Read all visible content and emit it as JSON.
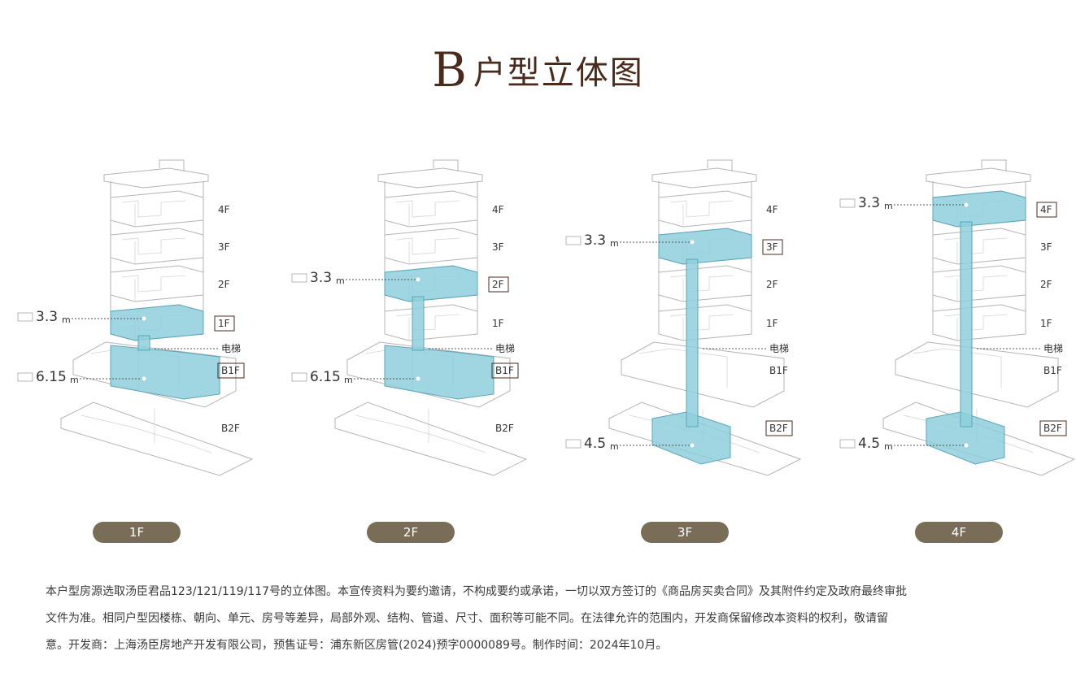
{
  "title": {
    "letter": "B",
    "rest": "户型立体图"
  },
  "elevator_label": "电梯",
  "unit": "m",
  "diagrams": [
    {
      "floor_labels": [
        "4F",
        "3F",
        "2F",
        "1F",
        "B1F",
        "B2F"
      ],
      "boxed": [
        "1F",
        "B1F"
      ],
      "highlighted": [
        "1F",
        "B1F"
      ],
      "heights": [
        {
          "value": "3.3",
          "at": "1F"
        },
        {
          "value": "6.15",
          "at": "B1F"
        }
      ],
      "pill": "1F"
    },
    {
      "floor_labels": [
        "4F",
        "3F",
        "2F",
        "1F",
        "B1F",
        "B2F"
      ],
      "boxed": [
        "2F",
        "B1F"
      ],
      "highlighted": [
        "2F",
        "B1F"
      ],
      "heights": [
        {
          "value": "3.3",
          "at": "2F"
        },
        {
          "value": "6.15",
          "at": "B1F"
        }
      ],
      "pill": "2F"
    },
    {
      "floor_labels": [
        "4F",
        "3F",
        "2F",
        "1F",
        "B1F",
        "B2F"
      ],
      "boxed": [
        "3F",
        "B2F"
      ],
      "highlighted": [
        "3F",
        "B2F"
      ],
      "heights": [
        {
          "value": "3.3",
          "at": "3F"
        },
        {
          "value": "4.5",
          "at": "B2F"
        }
      ],
      "pill": "3F"
    },
    {
      "floor_labels": [
        "4F",
        "3F",
        "2F",
        "1F",
        "B1F",
        "B2F"
      ],
      "boxed": [
        "4F",
        "B2F"
      ],
      "highlighted": [
        "4F",
        "B2F"
      ],
      "heights": [
        {
          "value": "3.3",
          "at": "4F"
        },
        {
          "value": "4.5",
          "at": "B2F"
        }
      ],
      "pill": "4F"
    }
  ],
  "disclaimer": [
    "本户型房源选取汤臣君品123/121/119/117号的立体图。本宣传资料为要约邀请，不构成要约或承诺，一切以双方签订的《商品房买卖合同》及其附件约定及政府最终审批",
    "文件为准。相同户型因楼栋、朝向、单元、房号等差异，局部外观、结构、管道、尺寸、面积等可能不同。在法律允许的范围内，开发商保留修改本资料的权利，敬请留",
    "意。开发商：上海汤臣房地产开发有限公司，预售证号：浦东新区房管(2024)预字0000089号。制作时间：2024年10月。"
  ],
  "colors": {
    "title": "#4a2a1c",
    "highlight": "#8ecfdc",
    "pill": "#7a6d58"
  }
}
